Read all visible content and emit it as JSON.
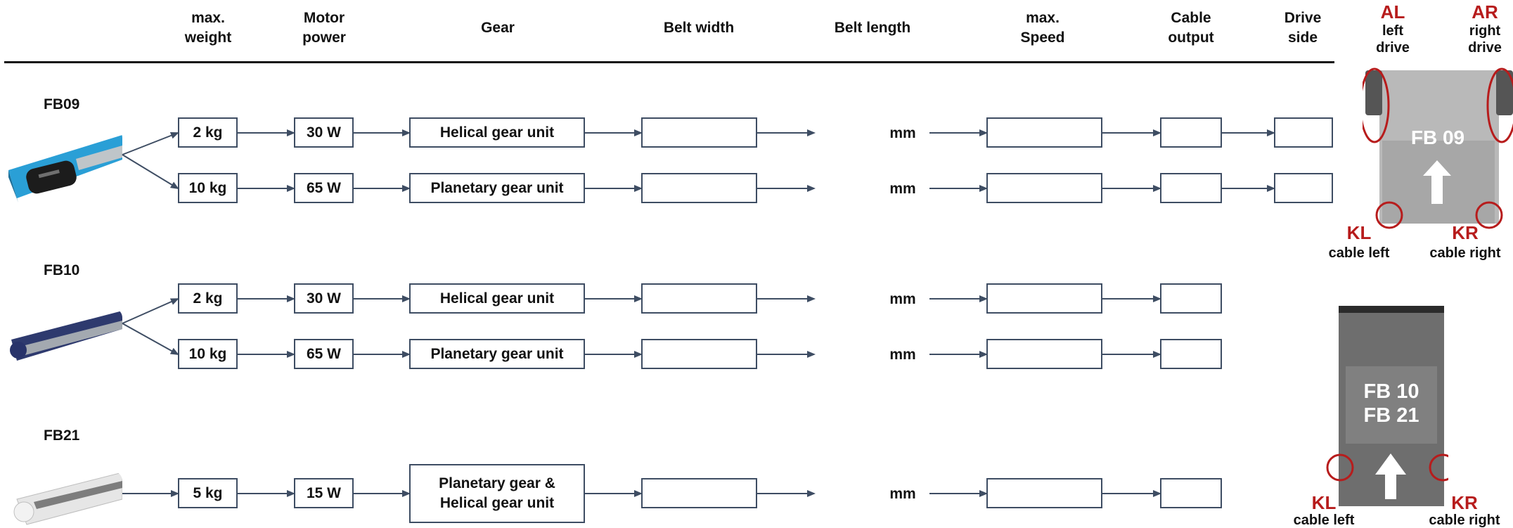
{
  "headers": {
    "weight": "max.\nweight",
    "motor": "Motor\npower",
    "gear": "Gear",
    "belt_width": "Belt width",
    "belt_length": "Belt length",
    "speed": "max.\nSpeed",
    "cable": "Cable\noutput",
    "drive": "Drive\nside"
  },
  "products": [
    {
      "name": "FB09",
      "rows": [
        {
          "weight": "2 kg",
          "motor": "30 W",
          "gear": "Helical gear unit",
          "unit": "mm"
        },
        {
          "weight": "10 kg",
          "motor": "65 W",
          "gear": "Planetary gear unit",
          "unit": "mm"
        }
      ]
    },
    {
      "name": "FB10",
      "rows": [
        {
          "weight": "2 kg",
          "motor": "30 W",
          "gear": "Helical gear unit",
          "unit": "mm"
        },
        {
          "weight": "10 kg",
          "motor": "65 W",
          "gear": "Planetary gear unit",
          "unit": "mm"
        }
      ]
    },
    {
      "name": "FB21",
      "rows": [
        {
          "weight": "5 kg",
          "motor": "15 W",
          "gear": "Planetary gear &\nHelical gear unit",
          "unit": "mm"
        }
      ]
    }
  ],
  "fb09_diagram": {
    "title": "FB 09",
    "al_code": "AL",
    "al_text": "left\ndrive",
    "ar_code": "AR",
    "ar_text": "right\ndrive",
    "kl_code": "KL",
    "kl_text": "cable left",
    "kr_code": "KR",
    "kr_text": "cable right"
  },
  "fb10_diagram": {
    "title": "FB 10\nFB 21",
    "kl_code": "KL",
    "kl_text": "cable left",
    "kr_code": "KR",
    "kr_text": "cable right"
  },
  "colors": {
    "accent_red": "#b71c1c",
    "box_border": "#3e4d63",
    "arrow": "#3e4d63",
    "fb09_belt": "#b9b9b9",
    "fb10_belt": "#6e6e6e"
  }
}
